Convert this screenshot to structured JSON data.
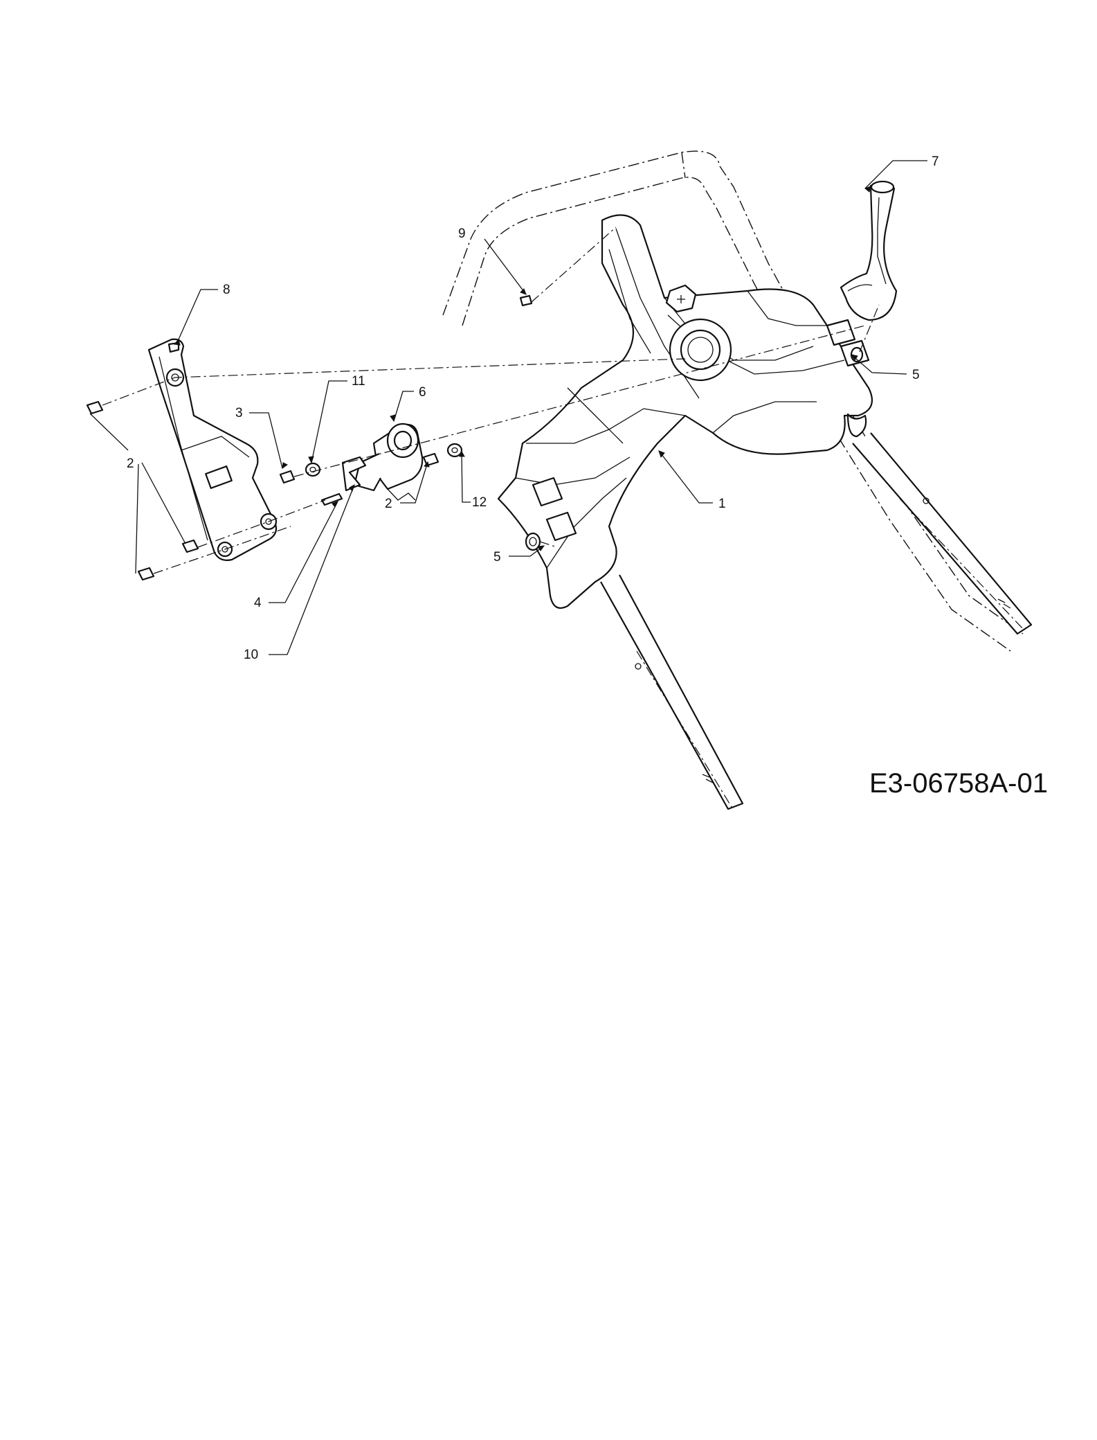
{
  "drawing_id": "E3-06758A-01",
  "callouts": [
    {
      "id": "c1",
      "label": "1"
    },
    {
      "id": "c2a",
      "label": "2"
    },
    {
      "id": "c2b",
      "label": "2"
    },
    {
      "id": "c3",
      "label": "3"
    },
    {
      "id": "c4",
      "label": "4"
    },
    {
      "id": "c5a",
      "label": "5"
    },
    {
      "id": "c5b",
      "label": "5"
    },
    {
      "id": "c6",
      "label": "6"
    },
    {
      "id": "c7",
      "label": "7"
    },
    {
      "id": "c8",
      "label": "8"
    },
    {
      "id": "c9",
      "label": "9"
    },
    {
      "id": "c10",
      "label": "10"
    },
    {
      "id": "c11",
      "label": "11"
    },
    {
      "id": "c12",
      "label": "12"
    }
  ],
  "colors": {
    "line": "#111111",
    "background": "#ffffff"
  }
}
